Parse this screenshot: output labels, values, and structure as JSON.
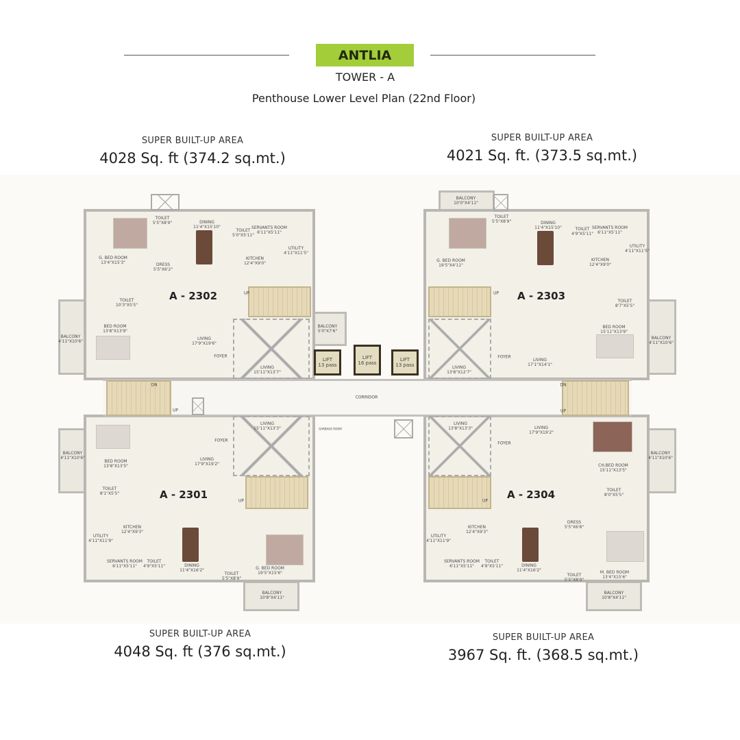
{
  "header": {
    "brand": "ANTLIA",
    "tower": "TOWER - A",
    "plan_title": "Penthouse Lower Level Plan (22nd Floor)",
    "brand_color": "#a3cd39"
  },
  "areas": {
    "top_left": {
      "caption": "SUPER BUILT-UP AREA",
      "value": "4028 Sq. ft (374.2 sq.mt.)"
    },
    "top_right": {
      "caption": "SUPER BUILT-UP AREA",
      "value": "4021 Sq. ft. (373.5 sq.mt.)"
    },
    "bottom_left": {
      "caption": "SUPER BUILT-UP AREA",
      "value": "4048 Sq. ft (376 sq.mt.)"
    },
    "bottom_right": {
      "caption": "SUPER BUILT-UP AREA",
      "value": "3967 Sq. ft. (368.5 sq.mt.)"
    }
  },
  "core": {
    "corridor": "CORRIDOR",
    "lifts": [
      {
        "label": "LIFT",
        "capacity": "13 pass"
      },
      {
        "label": "LIFT",
        "capacity": "16 pass"
      },
      {
        "label": "LIFT",
        "capacity": "13 pass"
      }
    ],
    "stairs": [
      "DN",
      "UP",
      "DN",
      "UP"
    ],
    "garbage_room": "GARBAGE ROOM"
  },
  "units": [
    {
      "id": "A - 2302",
      "stair_label": "UP",
      "rooms": [
        {
          "name": "TOILET",
          "dims": "5'5\"x8'9\""
        },
        {
          "name": "DINING",
          "dims": "11'4\"x15'10\""
        },
        {
          "name": "TOILET",
          "dims": "5'0\"x5'11\""
        },
        {
          "name": "SERVANTS ROOM",
          "dims": "6'11\"x5'11\""
        },
        {
          "name": "UTILITY",
          "dims": "4'11\"x11'5\""
        },
        {
          "name": "KITCHEN",
          "dims": "12'4\"x9'0\""
        },
        {
          "name": "G. BED ROOM",
          "dims": "13'4\"x15'3\""
        },
        {
          "name": "DRESS",
          "dims": "5'5\"x6'2\""
        },
        {
          "name": "TOILET",
          "dims": "10'3\"x5'5\""
        },
        {
          "name": "BED ROOM",
          "dims": "13'8\"x13'9\""
        },
        {
          "name": "BALCONY",
          "dims": "4'11\"x10'6\""
        },
        {
          "name": "LIVING",
          "dims": "17'9\"x19'6\""
        },
        {
          "name": "FOYER",
          "dims": ""
        },
        {
          "name": "LIVING",
          "dims": "15'11\"x13'7\""
        },
        {
          "name": "BALCONY",
          "dims": "5'0\"x7'6\""
        }
      ]
    },
    {
      "id": "A - 2303",
      "stair_label": "UP",
      "rooms": [
        {
          "name": "BALCONY",
          "dims": "10'0\"x4'11\""
        },
        {
          "name": "TOILET",
          "dims": "5'5\"x8'9\""
        },
        {
          "name": "DINING",
          "dims": "11'4\"x15'10\""
        },
        {
          "name": "TOILET",
          "dims": "4'9\"x5'11\""
        },
        {
          "name": "SERVANTS ROOM",
          "dims": "6'11\"x5'11\""
        },
        {
          "name": "UTILITY",
          "dims": "4'11\"x11'5\""
        },
        {
          "name": "KITCHEN",
          "dims": "12'4\"x9'0\""
        },
        {
          "name": "G. BED ROOM",
          "dims": "19'5\"x4'11\""
        },
        {
          "name": "TOILET",
          "dims": "8'7\"x5'5\""
        },
        {
          "name": "BED ROOM",
          "dims": "15'11\"x13'9\""
        },
        {
          "name": "BALCONY",
          "dims": "4'11\"x10'6\""
        },
        {
          "name": "LIVING",
          "dims": "17'1\"x14'1\""
        },
        {
          "name": "FOYER",
          "dims": ""
        },
        {
          "name": "LIVING",
          "dims": "13'8\"x12'7\""
        }
      ]
    },
    {
      "id": "A - 2301",
      "stair_label": "UP",
      "rooms": [
        {
          "name": "LIVING",
          "dims": "15'11\"x13'3\""
        },
        {
          "name": "FOYER",
          "dims": ""
        },
        {
          "name": "LIVING",
          "dims": "17'9\"x19'2\""
        },
        {
          "name": "BED ROOM",
          "dims": "13'8\"x13'5\""
        },
        {
          "name": "BALCONY",
          "dims": "4'11\"x10'6\""
        },
        {
          "name": "TOILET",
          "dims": "8'1\"x5'5\""
        },
        {
          "name": "KITCHEN",
          "dims": "12'4\"x9'3\""
        },
        {
          "name": "UTILITY",
          "dims": "4'11\"x11'9\""
        },
        {
          "name": "SERVANTS ROOM",
          "dims": "6'11\"x5'11\""
        },
        {
          "name": "TOILET",
          "dims": "4'9\"x5'11\""
        },
        {
          "name": "DINING",
          "dims": "11'4\"x16'2\""
        },
        {
          "name": "TOILET",
          "dims": "5'5\"x8'9\""
        },
        {
          "name": "G. BED ROOM",
          "dims": "19'5\"x15'6\""
        },
        {
          "name": "BALCONY",
          "dims": "10'8\"x4'11\""
        }
      ]
    },
    {
      "id": "A - 2304",
      "stair_label": "UP",
      "rooms": [
        {
          "name": "LIVING",
          "dims": "13'8\"x13'3\""
        },
        {
          "name": "FOYER",
          "dims": ""
        },
        {
          "name": "LIVING",
          "dims": "17'9\"x19'2\""
        },
        {
          "name": "CH.BED ROOM",
          "dims": "15'11\"x13'5\""
        },
        {
          "name": "BALCONY",
          "dims": "4'11\"x10'6\""
        },
        {
          "name": "TOILET",
          "dims": "8'0\"x5'5\""
        },
        {
          "name": "DRESS",
          "dims": "5'5\"x6'8\""
        },
        {
          "name": "KITCHEN",
          "dims": "12'4\"x9'3\""
        },
        {
          "name": "UTILITY",
          "dims": "4'11\"x11'9\""
        },
        {
          "name": "SERVANTS ROOM",
          "dims": "6'11\"x5'11\""
        },
        {
          "name": "TOILET",
          "dims": "4'9\"x5'11\""
        },
        {
          "name": "DINING",
          "dims": "11'4\"x16'2\""
        },
        {
          "name": "TOILET",
          "dims": "5'5\"x8'9\""
        },
        {
          "name": "M. BED ROOM",
          "dims": "13'4\"x15'6\""
        },
        {
          "name": "BALCONY",
          "dims": "10'8\"x4'11\""
        }
      ]
    }
  ]
}
